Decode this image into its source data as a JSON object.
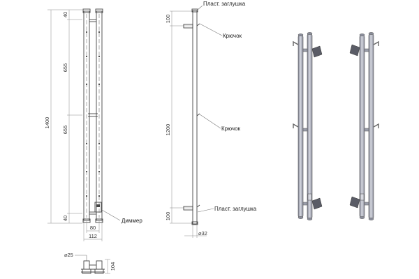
{
  "front_view": {
    "dim_total": "1400",
    "dim_top": "40",
    "dim_upper": "655",
    "dim_lower": "655",
    "dim_bottom": "40",
    "dim_inner_width": "80",
    "dim_outer_width": "112",
    "label_dimmer": "Диммер"
  },
  "side_view": {
    "dim_top": "100",
    "dim_middle": "1200",
    "dim_bottom": "100",
    "dim_diameter": "⌀32",
    "label_cap_top": "Пласт. заглушка",
    "label_hook_top": "Крючок",
    "label_hook_middle": "Крючок",
    "label_cap_bottom": "Пласт. заглушка"
  },
  "top_view": {
    "dim_diameter": "⌀25",
    "dim_depth": "104"
  },
  "colors": {
    "line": "#444444",
    "rail_3d": "#b9bcc6",
    "rail_3d_shade": "#7d8090",
    "hook_3d": "#5a5c66"
  }
}
